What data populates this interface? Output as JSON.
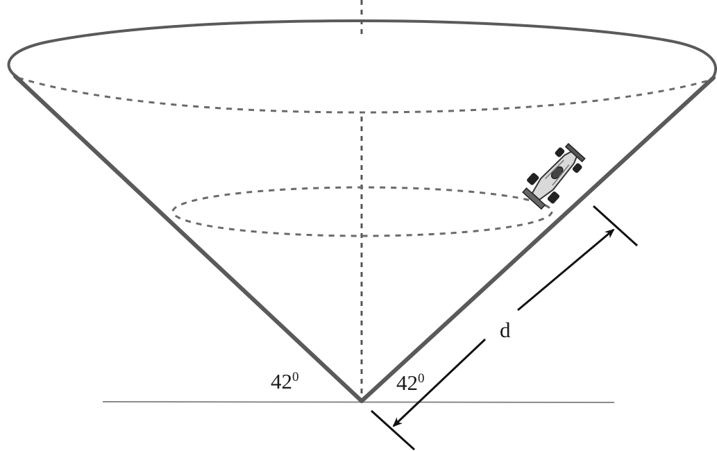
{
  "diagram": {
    "angle_left": {
      "value": "42",
      "unit": "0"
    },
    "angle_right": {
      "value": "42",
      "unit": "0"
    },
    "distance_label": "d",
    "colors": {
      "cone_outline": "#5a5a5a",
      "dashed_lines": "#6a6a6a",
      "ground": "#8a8a8a",
      "arrow": "#111111",
      "text": "#1a1a1a"
    },
    "icons": [
      "race-car-icon"
    ]
  }
}
